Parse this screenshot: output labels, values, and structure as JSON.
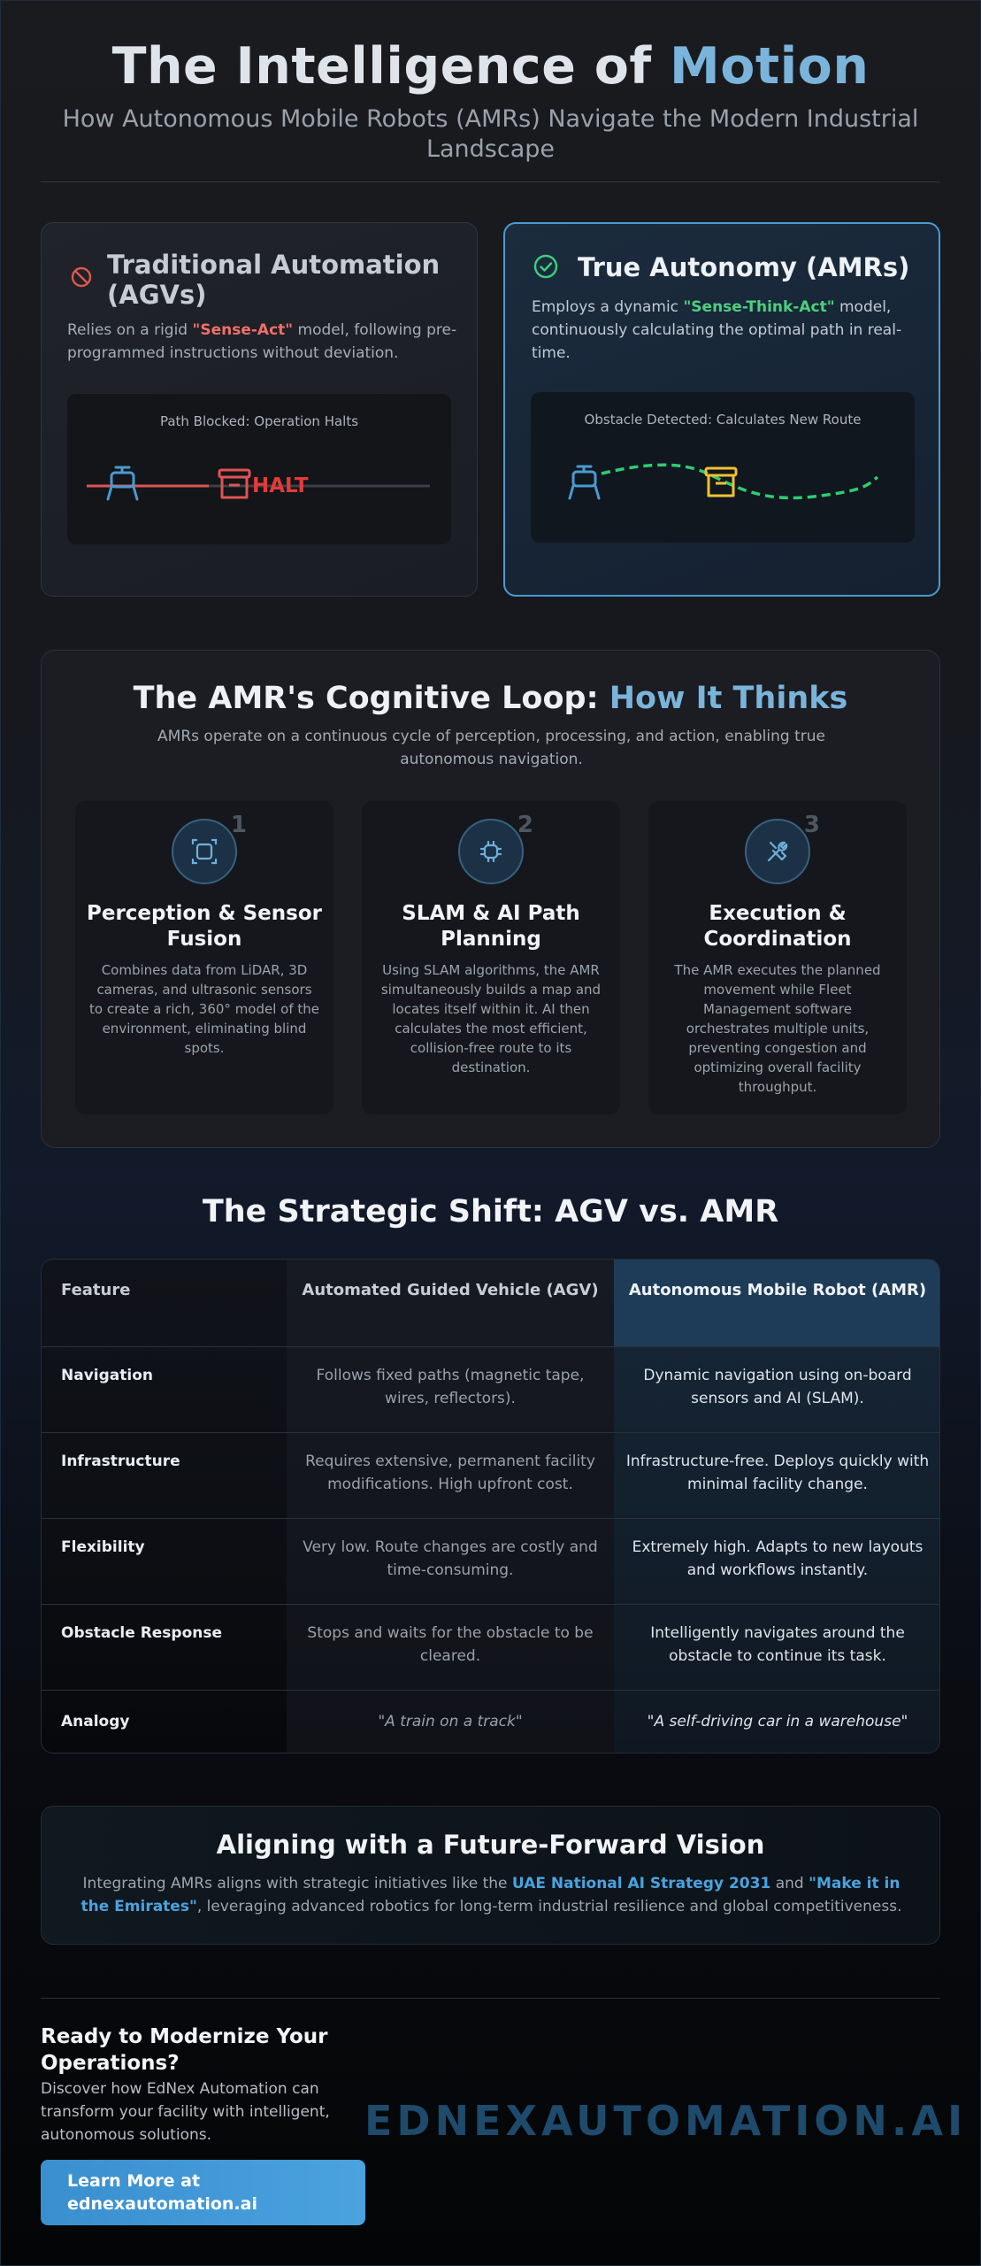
{
  "header": {
    "title_part1": "The Intelligence of ",
    "title_part2": "Motion",
    "subtitle": "How Autonomous Mobile Robots (AMRs) Navigate the Modern Industrial Landscape"
  },
  "agv_card": {
    "icon": "prohibited-icon",
    "title": "Traditional Automation (AGVs)",
    "desc_pre": "Relies on a rigid ",
    "desc_highlight": "\"Sense-Act\"",
    "desc_post": " model, following pre-programmed instructions without deviation.",
    "sim_caption": "Path Blocked: Operation Halts",
    "halt_label": "HALT"
  },
  "amr_card": {
    "icon": "check-circle-icon",
    "title": "True Autonomy (AMRs)",
    "desc_pre": "Employs a dynamic ",
    "desc_highlight": "\"Sense-Think-Act\"",
    "desc_post": " model, continuously calculating the optimal path in real-time.",
    "sim_caption": "Obstacle Detected: Calculates New Route"
  },
  "loop": {
    "title_part1": "The AMR's Cognitive Loop: ",
    "title_part2": "How It Thinks",
    "subtitle": "AMRs operate on a continuous cycle of perception, processing, and action, enabling true autonomous navigation.",
    "steps": [
      {
        "num": "1",
        "icon": "sensor-scan-icon",
        "title": "Perception & Sensor Fusion",
        "text": "Combines data from LiDAR, 3D cameras, and ultrasonic sensors to create a rich, 360° model of the environment, eliminating blind spots."
      },
      {
        "num": "2",
        "icon": "processor-chip-icon",
        "title": "SLAM & AI Path Planning",
        "text": "Using SLAM algorithms, the AMR simultaneously builds a map and locates itself within it. AI then calculates the most efficient, collision-free route to its destination."
      },
      {
        "num": "3",
        "icon": "tools-icon",
        "title": "Execution & Coordination",
        "text": "The AMR executes the planned movement while Fleet Management software orchestrates multiple units, preventing congestion and optimizing overall facility throughput."
      }
    ]
  },
  "table": {
    "title": "The Strategic Shift: AGV vs. AMR",
    "headers": [
      "Feature",
      "Automated Guided Vehicle (AGV)",
      "Autonomous Mobile Robot (AMR)"
    ],
    "rows": [
      {
        "feature": "Navigation",
        "agv": "Follows fixed paths (magnetic tape, wires, reflectors).",
        "amr": "Dynamic navigation using on-board sensors and AI (SLAM)."
      },
      {
        "feature": "Infrastructure",
        "agv": "Requires extensive, permanent facility modifications. High upfront cost.",
        "amr": "Infrastructure-free. Deploys quickly with minimal facility change."
      },
      {
        "feature": "Flexibility",
        "agv": "Very low. Route changes are costly and time-consuming.",
        "amr": "Extremely high. Adapts to new layouts and workflows instantly."
      },
      {
        "feature": "Obstacle Response",
        "agv": "Stops and waits for the obstacle to be cleared.",
        "amr": "Intelligently navigates around the obstacle to continue its task."
      },
      {
        "feature": "Analogy",
        "agv": "\"A train on a track\"",
        "amr": "\"A self-driving car in a warehouse\""
      }
    ]
  },
  "vision": {
    "title": "Aligning with a Future-Forward Vision",
    "text_pre": "Integrating AMRs aligns with strategic initiatives like the ",
    "hl1": "UAE National AI Strategy 2031",
    "text_mid": " and ",
    "hl2": "\"Make it in the Emirates\"",
    "text_post": ", leveraging advanced robotics for long-term industrial resilience and global competitiveness."
  },
  "cta": {
    "heading": "Ready to Modernize Your Operations?",
    "text": "Discover how EdNex Automation can transform your facility with intelligent, autonomous solutions.",
    "button_label": "Learn More at ednexautomation.ai",
    "brand": "EDNEXAUTOMATION.AI"
  },
  "colors": {
    "accent_blue": "#7ab4db",
    "halt_red": "#e23b3b",
    "route_green": "#2ecc71",
    "obstacle_yellow": "#f1c232",
    "button_blue": "#4aa2de"
  }
}
